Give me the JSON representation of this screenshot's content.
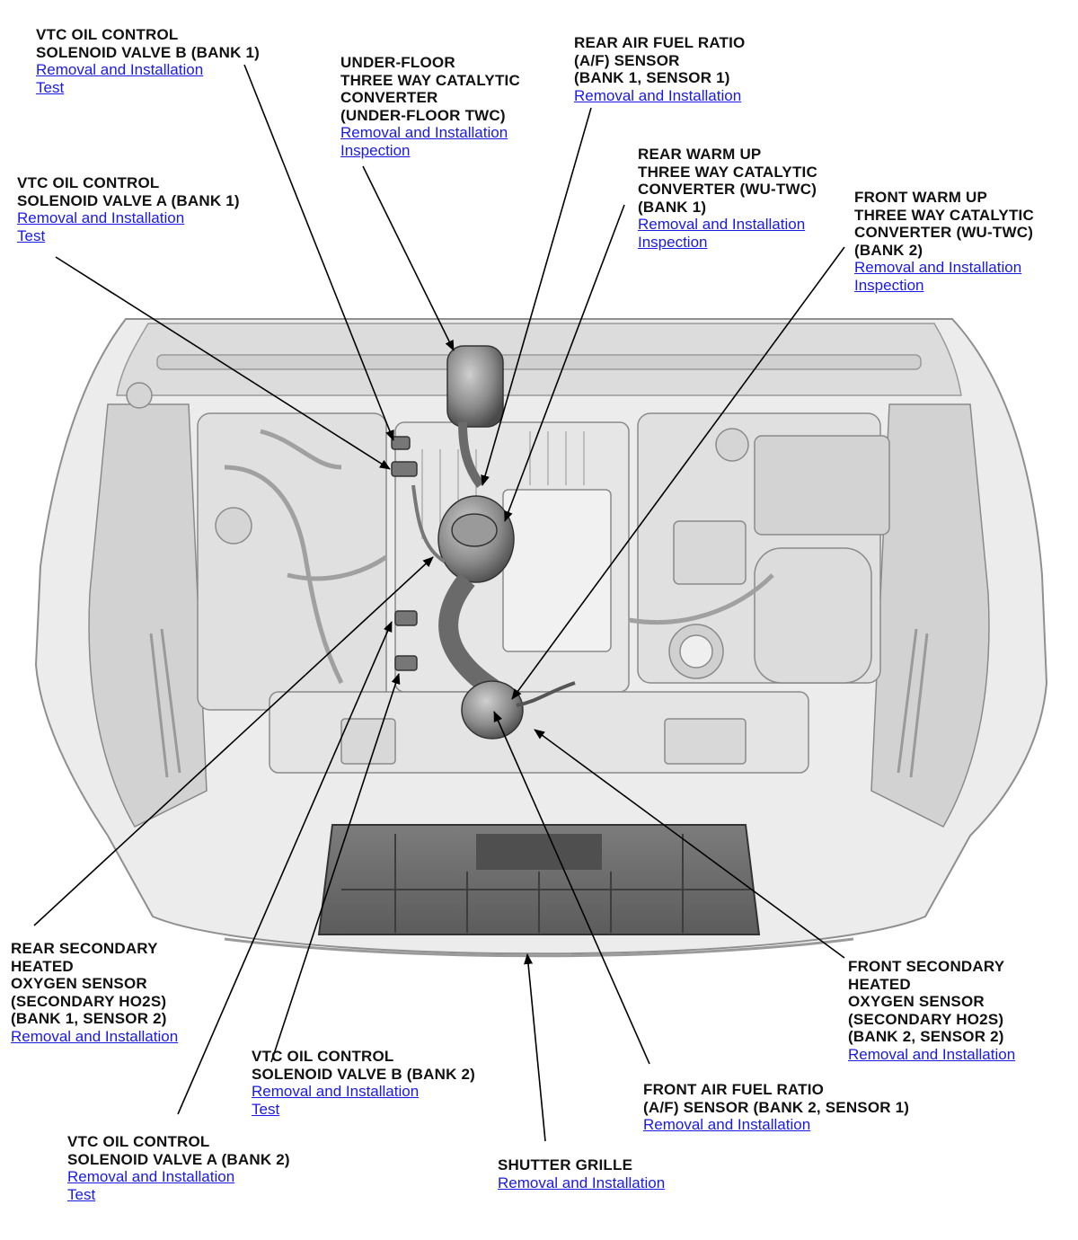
{
  "callouts": {
    "vtc_b_bank1": {
      "title": [
        "VTC OIL CONTROL",
        "SOLENOID VALVE B (BANK 1)"
      ],
      "links": [
        "Removal and Installation",
        "Test"
      ]
    },
    "underfloor_twc": {
      "title": [
        "UNDER-FLOOR",
        "THREE WAY CATALYTIC",
        "CONVERTER",
        "(UNDER-FLOOR TWC)"
      ],
      "links": [
        "Removal and Installation",
        "Inspection"
      ]
    },
    "rear_af_sensor": {
      "title": [
        "REAR AIR FUEL RATIO",
        "(A/F) SENSOR",
        "(BANK 1, SENSOR 1)"
      ],
      "links": [
        "Removal and Installation"
      ]
    },
    "rear_wu_twc": {
      "title": [
        "REAR WARM UP",
        "THREE WAY CATALYTIC",
        "CONVERTER (WU-TWC)",
        "(BANK 1)"
      ],
      "links": [
        "Removal and Installation",
        "Inspection"
      ]
    },
    "front_wu_twc": {
      "title": [
        "FRONT WARM UP",
        "THREE WAY CATALYTIC",
        "CONVERTER (WU-TWC)",
        "(BANK 2)"
      ],
      "links": [
        "Removal and Installation",
        "Inspection"
      ]
    },
    "vtc_a_bank1": {
      "title": [
        "VTC OIL CONTROL",
        "SOLENOID VALVE A (BANK 1)"
      ],
      "links": [
        "Removal and Installation",
        "Test"
      ]
    },
    "rear_ho2s": {
      "title": [
        "REAR SECONDARY",
        "HEATED",
        "OXYGEN SENSOR",
        "(SECONDARY HO2S)",
        "(BANK 1, SENSOR 2)"
      ],
      "links": [
        "Removal and Installation"
      ]
    },
    "front_ho2s": {
      "title": [
        "FRONT SECONDARY",
        "HEATED",
        "OXYGEN SENSOR",
        "(SECONDARY HO2S)",
        "(BANK 2, SENSOR 2)"
      ],
      "links": [
        "Removal and Installation"
      ]
    },
    "vtc_b_bank2": {
      "title": [
        "VTC OIL CONTROL",
        "SOLENOID VALVE B (BANK 2)"
      ],
      "links": [
        "Removal and Installation",
        "Test"
      ]
    },
    "front_af_sensor": {
      "title": [
        "FRONT AIR FUEL RATIO",
        "(A/F) SENSOR (BANK 2, SENSOR 1)"
      ],
      "links": [
        "Removal and Installation"
      ]
    },
    "vtc_a_bank2": {
      "title": [
        "VTC OIL CONTROL",
        "SOLENOID VALVE A (BANK 2)"
      ],
      "links": [
        "Removal and Installation",
        "Test"
      ]
    },
    "shutter_grille": {
      "title": [
        "SHUTTER GRILLE"
      ],
      "links": [
        "Removal and Installation"
      ]
    }
  },
  "colors": {
    "link": "#1a1ae6",
    "text": "#111111",
    "body_panel": "#d9d9d9",
    "component_dark": "#707070"
  }
}
